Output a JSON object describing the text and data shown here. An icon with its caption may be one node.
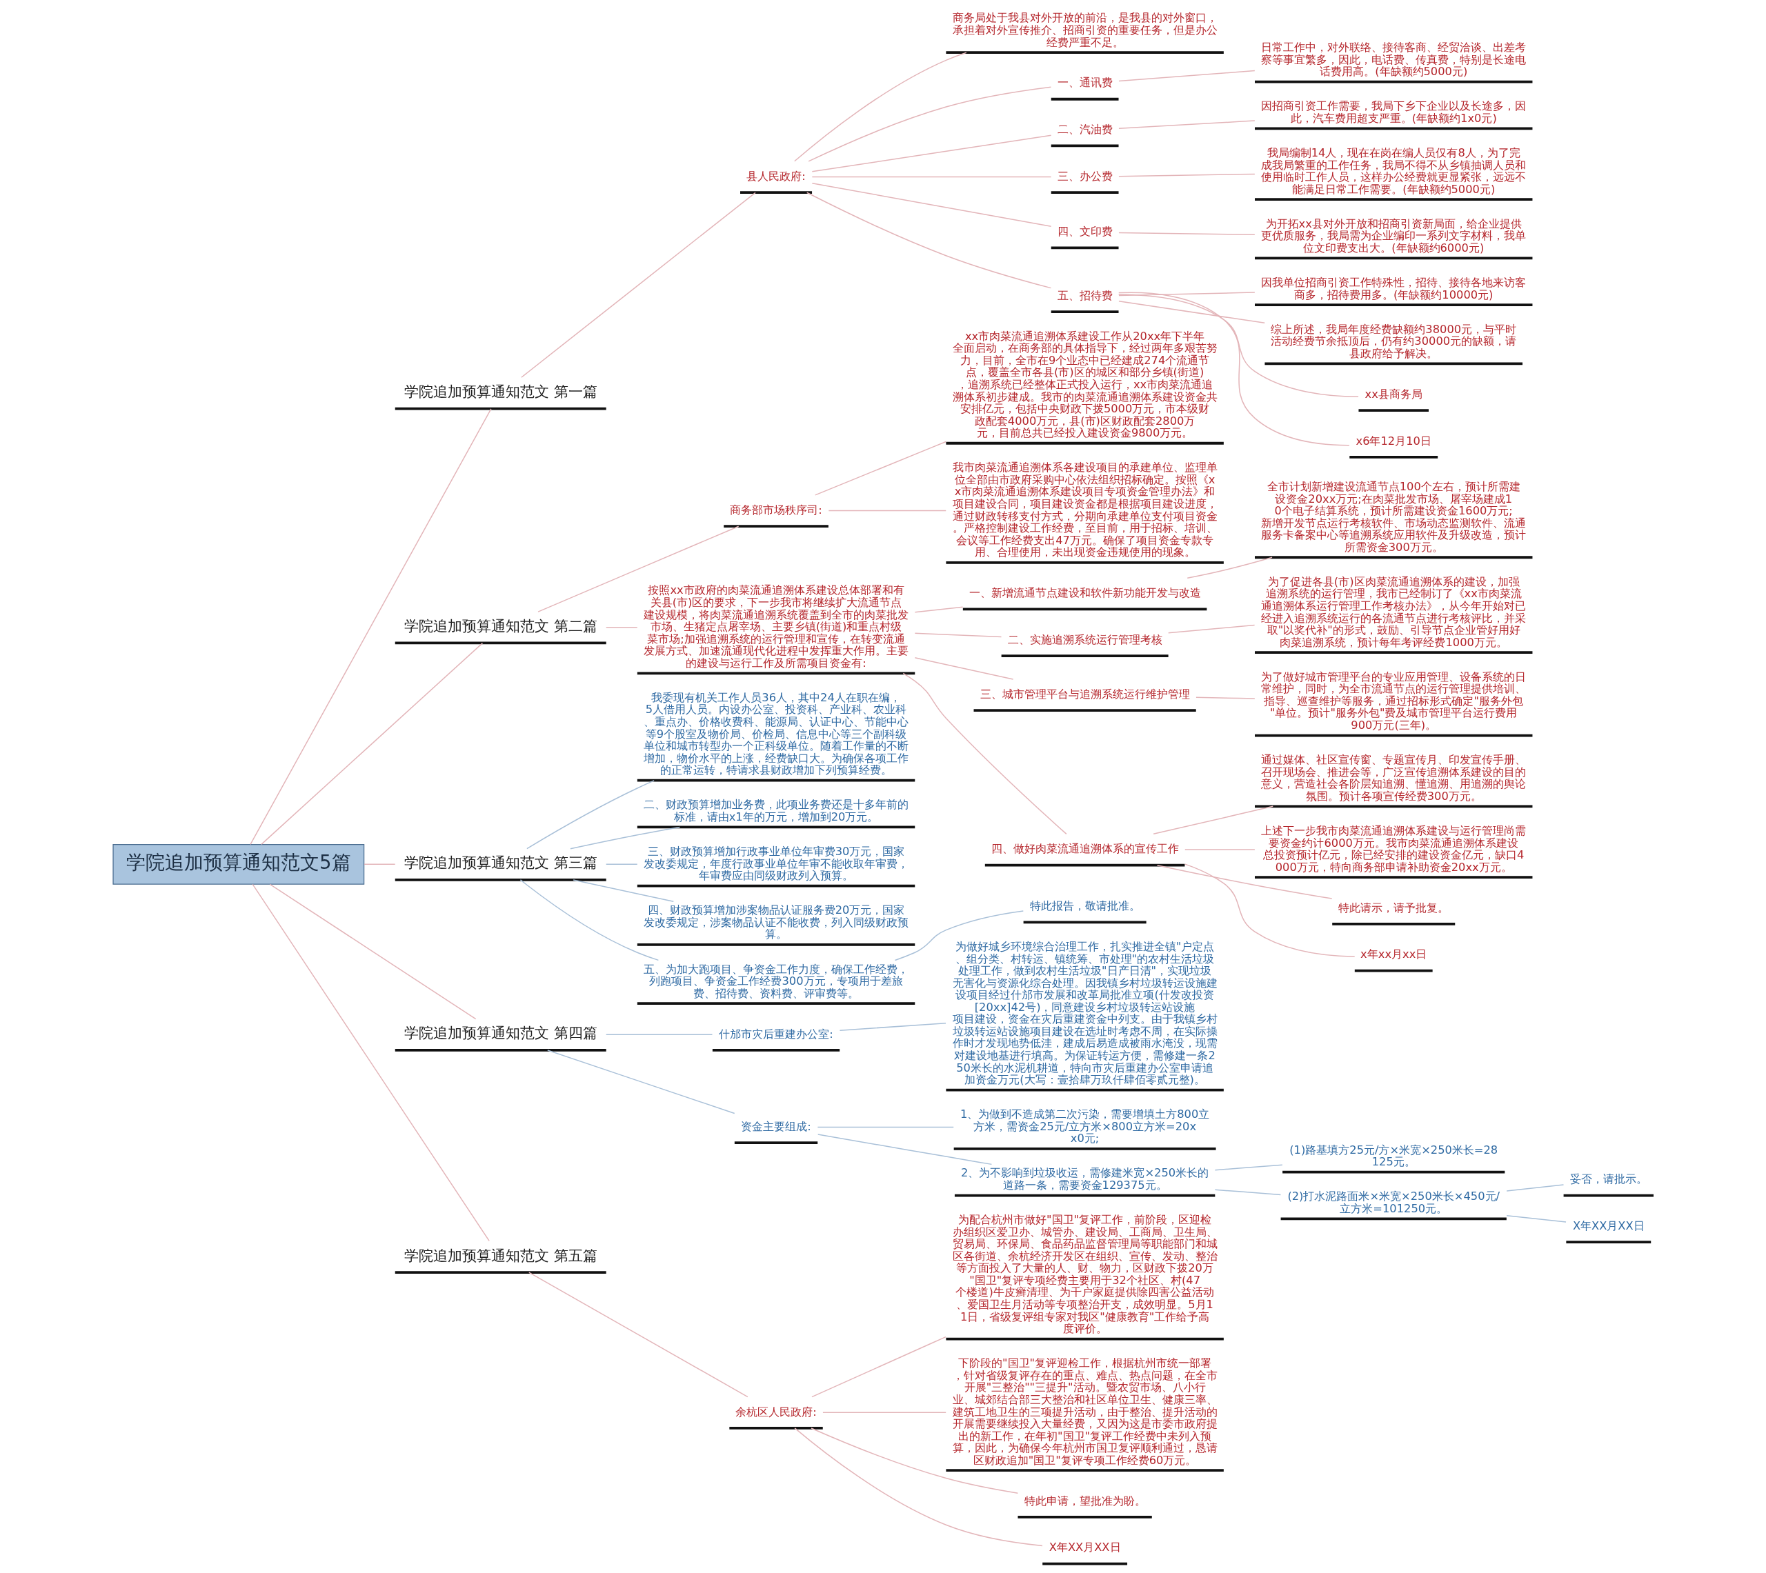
{
  "diagram": {
    "nodes": [
      {
        "text": [
          "学院追加预算通知范文5篇"
        ]
      },
      {
        "text": [
          "学院追加预算通知范文 第一篇"
        ]
      },
      {
        "text": [
          "县人民政府:"
        ]
      },
      {
        "text": [
          "商务局处于我县对外开放的前沿，是我县的对外窗口，承担着对外宣传推介、招商引资的重要任务，但是办公经费严重不足。"
        ]
      },
      {
        "text": [
          "一、通讯费"
        ]
      },
      {
        "text": [
          "日常工作中，对外联络、接待客商、经贸洽谈、出差考察等事宜繁多，因此，电话费、传真费，特别是长途电话费用高。(年缺额约5000元)"
        ]
      },
      {
        "text": [
          "二、汽油费"
        ]
      },
      {
        "text": [
          "因招商引资工作需要，我局下乡下企业以及长途多，因此，汽车费用超支严重。(年缺额约1x0元)"
        ]
      },
      {
        "text": [
          "三、办公费"
        ]
      },
      {
        "text": [
          "我局编制14人，现在在岗在编人员仅有8人，为了完成我局繁重的工作任务，我局不得不从乡镇抽调人员和使用临时工作人员，这样办公经费就更显紧张，远远不能满足日常工作需要。(年缺额约5000元)"
        ]
      },
      {
        "text": [
          "四、文印费"
        ]
      },
      {
        "text": [
          "为开拓xx县对外开放和招商引资新局面，给企业提供更优质服务，我局需为企业编印一系列文字材料，我单位文印费支出大。(年缺额约6000元)"
        ]
      },
      {
        "text": [
          "五、招待费"
        ]
      },
      {
        "text": [
          "因我单位招商引资工作特殊性，招待、接待各地来访客商多，招待费用多。(年缺额约10000元)"
        ]
      },
      {
        "text": [
          "综上所述，我局年度经费缺额约38000元，与平时活动经费节余抵顶后，仍有约30000元的缺额，请县政府给予解决。"
        ]
      },
      {
        "text": [
          "xx县商务局"
        ]
      },
      {
        "text": [
          "x6年12月10日"
        ]
      },
      {
        "text": [
          "学院追加预算通知范文 第二篇"
        ]
      },
      {
        "text": [
          "商务部市场秩序司:"
        ]
      },
      {
        "text": [
          "xx市肉菜流通追溯体系建设工作从20xx年下半年全面启动，在商务部的具体指导下，经过两年多艰苦努力，目前，全市在9个业态中已经建成274个流通节点，覆盖全市各县(市)区的城区和部分乡镇(街道)，追溯系统已经整体正式投入运行，xx市肉菜流通追溯体系初步建成。我市的肉菜流通追溯体系建设资金共安排亿元，包括中央财政下拨5000万元，市本级财政配套4000万元，县(市)区财政配套2800万元，目前总共已经投入建设资金9800万元。"
        ]
      },
      {
        "text": [
          "我市肉菜流通追溯体系各建设项目的承建单位、监理单位全部由市政府采购中心依法组织招标确定。按照《xx市肉菜流通追溯体系建设项目专项资金管理办法》和项目建设合同，项目建设资金都是根据项目建设进度，通过财政转移支付方式，分期向承建单位支付项目资金。严格控制建设工作经费，至目前，用于招标、培训、会议等工作经费支出47万元。确保了项目资金专款专用、合理使用，未出现资金违规使用的现象。"
        ]
      },
      {
        "text": [
          "按照xx市政府的肉菜流通追溯体系建设总体部署和有关县(市)区的要求，下一步我市将继续扩大流通节点建设规模，将肉菜流通追溯系统覆盖到全市的肉菜批发市场、生猪定点屠宰场、主要乡镇(街道)和重点村级菜市场;加强追溯系统的运行管理和宣传，在转变流通发展方式、加速流通现代化进程中发挥重大作用。主要的建设与运行工作及所需项目资金有:"
        ]
      },
      {
        "text": [
          "一、新增流通节点建设和软件新功能开发与改造"
        ]
      },
      {
        "text": [
          "全市计划新增建设流通节点100个左右，预计所需建设资金20xx万元;在肉菜批发市场、屠宰场建成10个电子结算系统，预计所需建设资金1600万元;新增开发节点运行考核软件、市场动态监测软件、流通服务卡备案中心等追溯系统应用软件及升级改造，预计所需资金300万元。"
        ]
      },
      {
        "text": [
          "二、实施追溯系统运行管理考核"
        ]
      },
      {
        "text": [
          "为了促进各县(市)区肉菜流通追溯体系的建设，加强追溯系统的运行管理，我市已经制订了《xx市肉菜流通追溯体系运行管理工作考核办法》，从今年开始对已经进入追溯系统运行的各流通节点进行考核评比，并采取\"以奖代补\"的形式，鼓励、引导节点企业管好用好肉菜追溯系统，预计每年考评经费1000万元。"
        ]
      },
      {
        "text": [
          "三、城市管理平台与追溯系统运行维护管理"
        ]
      },
      {
        "text": [
          "为了做好城市管理平台的专业应用管理、设备系统的日常维护，同时，为全市流通节点的运行管理提供培训、指导、巡查维护等服务，通过招标形式确定\"服务外包\"单位。预计\"服务外包\"费及城市管理平台运行费用900万元(三年)。"
        ]
      },
      {
        "text": [
          "四、做好肉菜流通追溯体系的宣传工作"
        ]
      },
      {
        "text": [
          "通过媒体、社区宣传窗、专题宣传月、印发宣传手册、召开现场会、推进会等，广泛宣传追溯体系建设的目的意义，营造社会各阶层知追溯、懂追溯、用追溯的舆论氛围。预计各项宣传经费300万元。"
        ]
      },
      {
        "text": [
          "上述下一步我市肉菜流通追溯体系建设与运行管理尚需要资金约计6000万元。我市肉菜流通追溯体系建设总投资预计亿元，除已经安排的建设资金亿元，缺口4000万元，特向商务部申请补助资金20xx万元。"
        ]
      },
      {
        "text": [
          "特此请示，请予批复。"
        ]
      },
      {
        "text": [
          "x年xx月xx日"
        ]
      },
      {
        "text": [
          "学院追加预算通知范文 第三篇"
        ]
      },
      {
        "text": [
          "我委现有机关工作人员36人，其中24人在职在编，5人借用人员。内设办公室、投资科、产业科、农业科、重点办、价格收费科、能源局、认证中心、节能中心等9个股室及物价局、价检局、信息中心等三个副科级单位和城市转型办一个正科级单位。随着工作量的不断增加，物价水平的上涨，经费缺口大。为确保各项工作的正常运转，特请求县财政增加下列预算经费。"
        ]
      },
      {
        "text": [
          "二、财政预算增加业务费，此项业务费还是十多年前的标准，请由x1年的万元，增加到20万元。"
        ]
      },
      {
        "text": [
          "三、财政预算增加行政事业单位年审费30万元，国家发改委规定，年度行政事业单位年审不能收取年审费，年审费应由同级财政列入预算。"
        ]
      },
      {
        "text": [
          "四、财政预算增加涉案物品认证服务费20万元，国家发改委规定，涉案物品认证不能收费，列入同级财政预算。"
        ]
      },
      {
        "text": [
          "五、为加大跑项目、争资金工作力度，确保工作经费，列跑项目、争资金工作经费300万元，专项用于差旅费、招待费、资料费、评审费等。"
        ]
      },
      {
        "text": [
          "特此报告，敬请批准。"
        ]
      },
      {
        "text": [
          "学院追加预算通知范文 第四篇"
        ]
      },
      {
        "text": [
          "什邡市灾后重建办公室:"
        ]
      },
      {
        "text": [
          "为做好城乡环境综合治理工作，扎实推进全镇\"户定点、组分类、村转运、镇统筹、市处理\"的农村生活垃圾处理工作，做到农村生活垃圾\"日产日清\"，实现垃圾无害化与资源化综合处理。因我镇乡村垃圾转运设施建设项目经过什邡市发展和改革局批准立项(什发改投资[20xx]42号)，同意建设乡村垃圾转运站设施项目建设，资金在灾后重建资金中列支。由于我镇乡村垃圾转运站设施项目建设在选址时考虑不周，在实际操作时才发现地势低洼，建成后易造成被雨水淹没，现需对建设地基进行填高。为保证转运方便，需修建一条250米长的水泥机耕道，特向市灾后重建办公室申请追加资金万元(大写：壹拾肆万玖仟肆佰零贰元整)。"
        ]
      },
      {
        "text": [
          "资金主要组成:"
        ]
      },
      {
        "text": [
          "1、为做到不造成第二次污染，需要增填土方800立方米，需资金25元/立方米×800立方米=20xx0元;"
        ]
      },
      {
        "text": [
          "2、为不影响到垃圾收运，需修建米宽×250米长的道路一条，需要资金129375元。"
        ]
      },
      {
        "text": [
          "(1)路基填方25元/方×米宽×250米长=28125元。"
        ]
      },
      {
        "text": [
          "(2)打水泥路面米×米宽×250米长×450元/立方米=101250元。"
        ]
      },
      {
        "text": [
          "妥否，请批示。"
        ]
      },
      {
        "text": [
          "X年XX月XX日"
        ]
      },
      {
        "text": [
          "学院追加预算通知范文 第五篇"
        ]
      },
      {
        "text": [
          "余杭区人民政府:"
        ]
      },
      {
        "text": [
          "为配合杭州市做好\"国卫\"复评工作，前阶段，区迎检办组织区爱卫办、城管办、建设局、工商局、卫生局、贸易局、环保局、食品药品监督管理局等职能部门和城区各街道、余杭经济开发区在组织、宣传、发动、整治等方面投入了大量的人、财、物力，区财政下拨20万\"国卫\"复评专项经费主要用于32个社区、村(47个楼道)牛皮癣清理、为千户家庭提供除四害公益活动、爱国卫生月活动等专项整治开支，成效明显。5月11日，省级复评组专家对我区\"健康教育\"工作给予高度评价。"
        ]
      },
      {
        "text": [
          "下阶段的\"国卫\"复评迎检工作，根据杭州市统一部署，针对省级复评存在的重点、难点、热点问题，在全市开展\"三整治\"\"三提升\"活动。暨农贸市场、八小行业、城郊结合部三大整治和社区单位卫生、健康三率、建筑工地卫生的三项提升活动，由于整治、提升活动的开展需要继续投入大量经费，又因为这是市委市政府提出的新工作，在年初\"国卫\"复评工作经费中未列入预算，因此，为确保今年杭州市国卫复评顺利通过，恳请区财政追加\"国卫\"复评专项工作经费60万元。"
        ]
      },
      {
        "text": [
          "特此申请，望批准为盼。"
        ]
      },
      {
        "text": [
          "X年XX月XX日"
        ]
      }
    ],
    "edges": [
      {
        "from": 0,
        "to": 1,
        "arrow": "none"
      },
      {
        "from": 1,
        "to": 2,
        "arrow": "none"
      },
      {
        "from": 2,
        "to": 3,
        "arrow": "none"
      },
      {
        "from": 2,
        "to": 4,
        "arrow": "none"
      },
      {
        "from": 4,
        "to": 5,
        "arrow": "none"
      },
      {
        "from": 2,
        "to": 6,
        "arrow": "none"
      },
      {
        "from": 6,
        "to": 7,
        "arrow": "none"
      },
      {
        "from": 2,
        "to": 8,
        "arrow": "none"
      },
      {
        "from": 8,
        "to": 9,
        "arrow": "none"
      },
      {
        "from": 2,
        "to": 10,
        "arrow": "none"
      },
      {
        "from": 10,
        "to": 11,
        "arrow": "none"
      },
      {
        "from": 2,
        "to": 12,
        "arrow": "none"
      },
      {
        "from": 12,
        "to": 13,
        "arrow": "none"
      },
      {
        "from": 12,
        "to": 14,
        "arrow": "none"
      },
      {
        "from": 12,
        "to": 15,
        "arrow": "none"
      },
      {
        "from": 12,
        "to": 16,
        "arrow": "none"
      },
      {
        "from": 0,
        "to": 17,
        "arrow": "none"
      },
      {
        "from": 17,
        "to": 18,
        "arrow": "none"
      },
      {
        "from": 18,
        "to": 19,
        "arrow": "none"
      },
      {
        "from": 18,
        "to": 20,
        "arrow": "none"
      },
      {
        "from": 17,
        "to": 21,
        "arrow": "none"
      },
      {
        "from": 21,
        "to": 22,
        "arrow": "none"
      },
      {
        "from": 22,
        "to": 23,
        "arrow": "none"
      },
      {
        "from": 21,
        "to": 24,
        "arrow": "none"
      },
      {
        "from": 24,
        "to": 25,
        "arrow": "none"
      },
      {
        "from": 21,
        "to": 26,
        "arrow": "none"
      },
      {
        "from": 26,
        "to": 27,
        "arrow": "none"
      },
      {
        "from": 21,
        "to": 28,
        "arrow": "none"
      },
      {
        "from": 28,
        "to": 29,
        "arrow": "none"
      },
      {
        "from": 28,
        "to": 30,
        "arrow": "none"
      },
      {
        "from": 28,
        "to": 31,
        "arrow": "none"
      },
      {
        "from": 28,
        "to": 32,
        "arrow": "none"
      },
      {
        "from": 0,
        "to": 33,
        "arrow": "none"
      },
      {
        "from": 33,
        "to": 34,
        "arrow": "none",
        "color": "#a9c0d8"
      },
      {
        "from": 33,
        "to": 35,
        "arrow": "none",
        "color": "#a9c0d8"
      },
      {
        "from": 33,
        "to": 36,
        "arrow": "none",
        "color": "#a9c0d8"
      },
      {
        "from": 33,
        "to": 37,
        "arrow": "none",
        "color": "#a9c0d8"
      },
      {
        "from": 33,
        "to": 38,
        "arrow": "none",
        "color": "#a9c0d8"
      },
      {
        "from": 38,
        "to": 39,
        "arrow": "none",
        "color": "#a9c0d8"
      },
      {
        "from": 0,
        "to": 40,
        "arrow": "none"
      },
      {
        "from": 40,
        "to": 41,
        "arrow": "none",
        "color": "#a9c0d8"
      },
      {
        "from": 41,
        "to": 42,
        "arrow": "none",
        "color": "#a9c0d8"
      },
      {
        "from": 40,
        "to": 43,
        "arrow": "none",
        "color": "#a9c0d8"
      },
      {
        "from": 43,
        "to": 44,
        "arrow": "none",
        "color": "#a9c0d8"
      },
      {
        "from": 43,
        "to": 45,
        "arrow": "none",
        "color": "#a9c0d8"
      },
      {
        "from": 45,
        "to": 46,
        "arrow": "none",
        "color": "#a9c0d8"
      },
      {
        "from": 45,
        "to": 47,
        "arrow": "none",
        "color": "#a9c0d8"
      },
      {
        "from": 47,
        "to": 48,
        "arrow": "none",
        "color": "#a9c0d8"
      },
      {
        "from": 47,
        "to": 49,
        "arrow": "none",
        "color": "#a9c0d8"
      },
      {
        "from": 0,
        "to": 50,
        "arrow": "none"
      },
      {
        "from": 50,
        "to": 51,
        "arrow": "none"
      },
      {
        "from": 51,
        "to": 52,
        "arrow": "none"
      },
      {
        "from": 51,
        "to": 53,
        "arrow": "none"
      },
      {
        "from": 51,
        "to": 54,
        "arrow": "none"
      },
      {
        "from": 51,
        "to": 55,
        "arrow": "none"
      }
    ]
  }
}
